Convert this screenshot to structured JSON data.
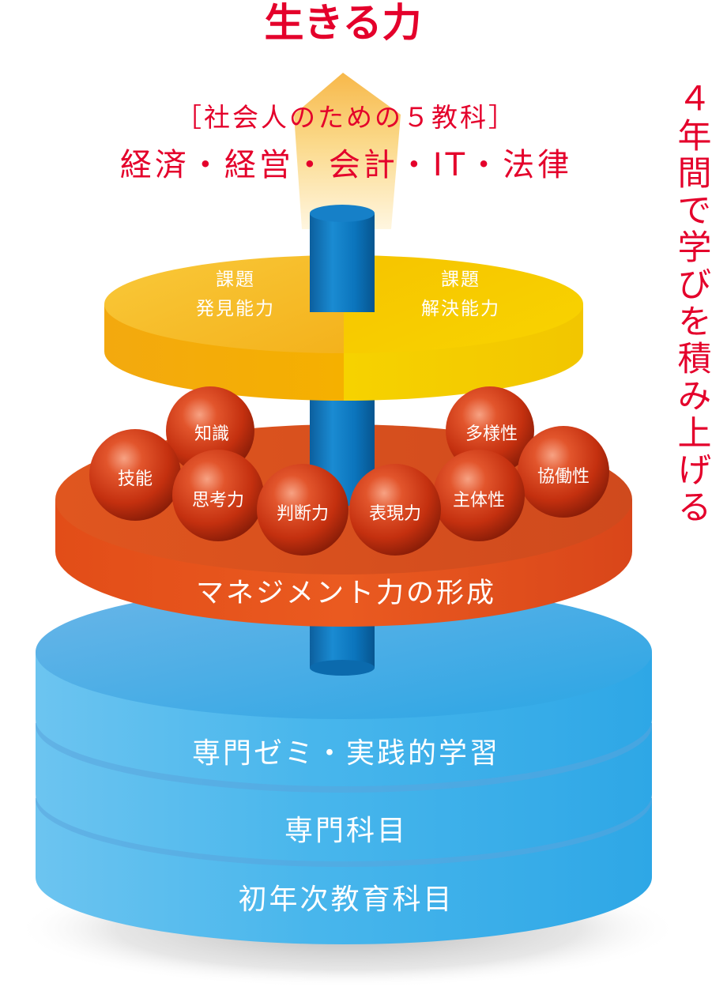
{
  "title": "生きる力",
  "subject_bracket": "［社会人のための５教科］",
  "subjects": "経済・経営・会計・IT・法律",
  "side_caption": "４年間で学びを積み上げる",
  "top_disc": {
    "left_line1": "課題",
    "left_line2": "発見能力",
    "right_line1": "課題",
    "right_line2": "解決能力"
  },
  "middle_disc": {
    "label": "マネジメント力の形成",
    "spheres": [
      "知識",
      "技能",
      "思考力",
      "判断力",
      "表現力",
      "主体性",
      "多様性",
      "協働性"
    ]
  },
  "base_layers": [
    "専門ゼミ・実践的学習",
    "専門科目",
    "初年次教育科目"
  ],
  "colors": {
    "title_red": "#e4002b",
    "yellow_disc": "#f7c200",
    "orange_disc": "#e8531c",
    "blue_layers": "#3fb4ec",
    "pillar": "#0a78c2",
    "sphere": "#d63d16"
  }
}
